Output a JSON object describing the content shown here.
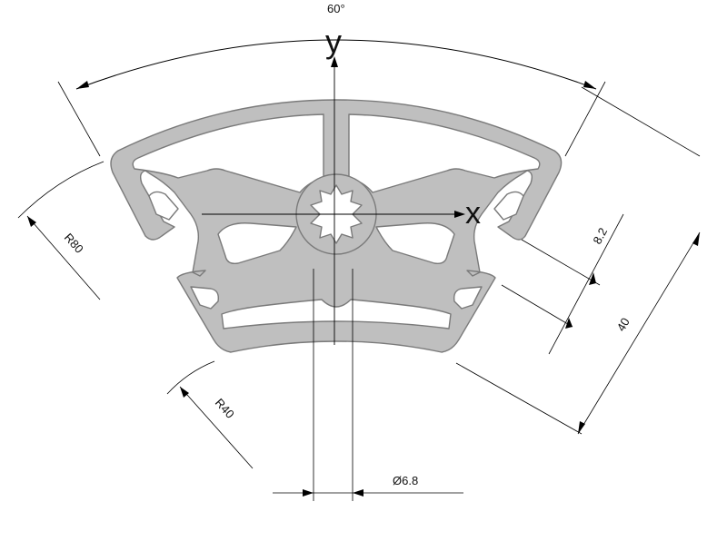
{
  "labels": {
    "angle": "60°",
    "y_axis": "y",
    "x_axis": "x",
    "outer_radius": "R80",
    "inner_radius": "R40",
    "slot_width": "8.2",
    "height": "40",
    "bore": "Ø6.8"
  },
  "colors": {
    "profile_fill": "#bfbfbf",
    "profile_stroke": "#7a7a7a",
    "lines": "#000000"
  }
}
